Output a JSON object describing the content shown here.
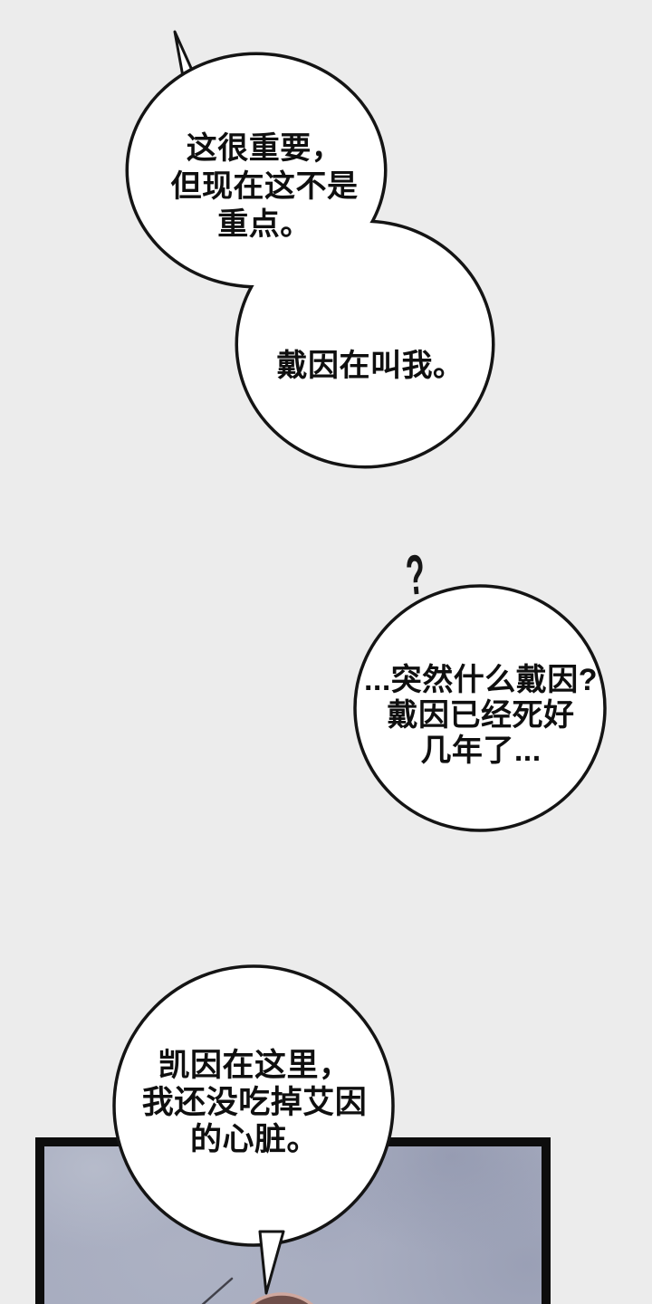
{
  "page": {
    "type": "webtoon-comic-page",
    "background_color": "#ececec"
  },
  "speech_bubbles": [
    {
      "name": "bubble-top-upper",
      "lines": [
        "这很重要，",
        "但现在这不是",
        "重点。"
      ]
    },
    {
      "name": "bubble-top-lower",
      "lines": [
        "戴因在叫我。"
      ]
    },
    {
      "name": "bubble-middle",
      "lines": [
        "...突然什么戴因?",
        "戴因已经死好",
        "几年了..."
      ]
    },
    {
      "name": "bubble-bottom",
      "lines": [
        "凯因在这里，",
        "我还没吃掉艾因",
        "的心脏。"
      ]
    }
  ],
  "decorations": {
    "question_mark": "?"
  },
  "colors": {
    "background": "#ececec",
    "bubble_fill": "#ffffff",
    "bubble_outline": "#141414",
    "text": "#0f0f0f",
    "panel_fill": "#a8adc0",
    "panel_cloud_dark": "#9298af",
    "panel_cloud_light": "#bbc0ce",
    "panel_border": "#0d0d0d",
    "head_fill": "#6f4f4a",
    "head_outline": "#cfa89f",
    "sword_line": "#41414a"
  }
}
